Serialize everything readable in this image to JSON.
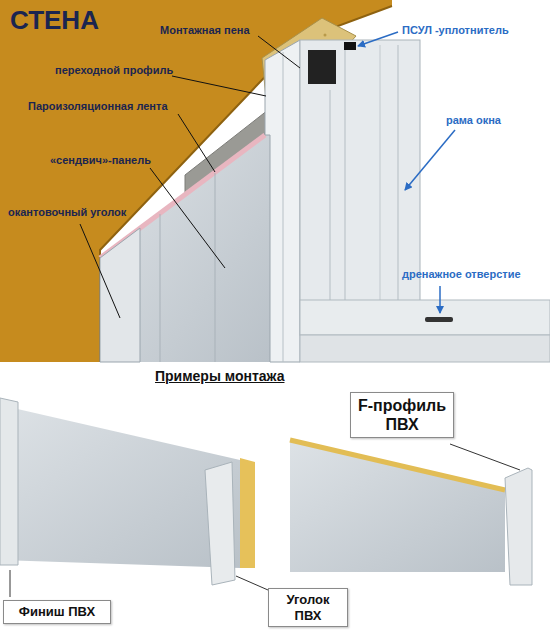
{
  "diagram": {
    "nodes": [
      {
        "text": [
          "F-профиль ПВХ"
        ]
      },
      {
        "text": [
          "Финиш ПВХ"
        ]
      },
      {
        "text": [
          "Уголок ПВХ"
        ]
      }
    ],
    "labels": [
      "СТЕНА",
      "Монтажная пена",
      "переходной профиль",
      "Пароизоляционная лента",
      "«сендвич»-панель",
      "окантовочный уголок",
      "ПСУЛ -уплотнитель",
      "рама окна",
      "дренажное отверстие",
      "Примеры монтажа"
    ]
  }
}
